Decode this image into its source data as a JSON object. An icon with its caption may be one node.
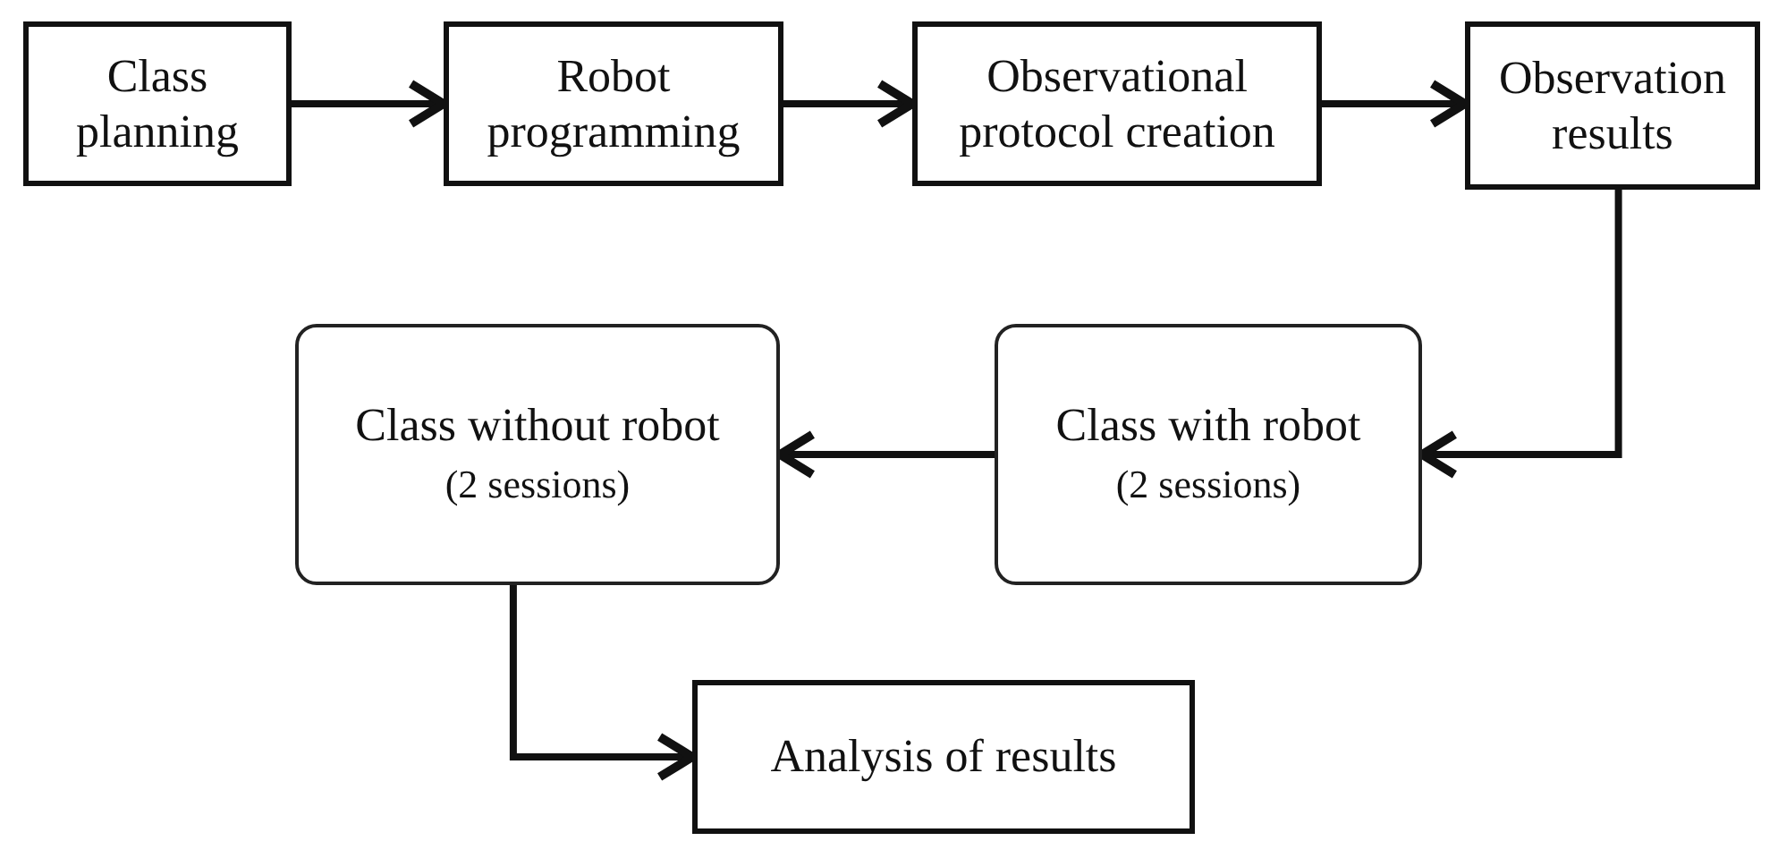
{
  "diagram": {
    "nodes": [
      {
        "text": [
          "Class planning"
        ]
      },
      {
        "text": [
          "Robot programming"
        ]
      },
      {
        "text": [
          "Observational protocol creation"
        ]
      },
      {
        "text": [
          "Observation results"
        ]
      },
      {
        "text": [
          "Class without robot",
          "(2 sessions)"
        ]
      },
      {
        "text": [
          "Class with robot",
          "(2 sessions)"
        ]
      },
      {
        "text": [
          "Analysis of results"
        ]
      }
    ],
    "edges": [
      {
        "from": 0,
        "to": 1,
        "arrow": "to"
      },
      {
        "from": 1,
        "to": 2,
        "arrow": "to"
      },
      {
        "from": 2,
        "to": 3,
        "arrow": "to"
      },
      {
        "from": 3,
        "to": 5,
        "arrow": "to"
      },
      {
        "from": 5,
        "to": 4,
        "arrow": "to"
      },
      {
        "from": 4,
        "to": 6,
        "arrow": "to"
      }
    ]
  }
}
